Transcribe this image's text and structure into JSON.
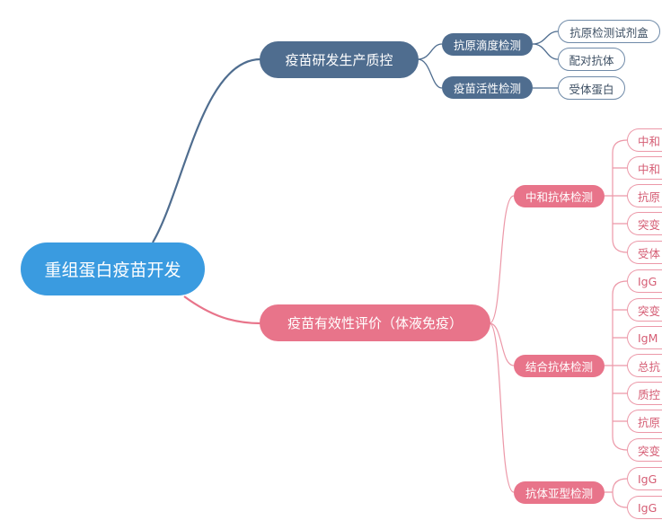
{
  "root": {
    "label": "重组蛋白疫苗开发"
  },
  "branch_production": {
    "label": "疫苗研发生产质控",
    "antigen_titer": {
      "label": "抗原滴度检测",
      "leaves": [
        "抗原检测试剂盒",
        "配对抗体"
      ]
    },
    "vaccine_activity": {
      "label": "疫苗活性检测",
      "leaves": [
        "受体蛋白"
      ]
    }
  },
  "branch_efficacy": {
    "label": "疫苗有效性评价（体液免疫）",
    "neutralizing": {
      "label": "中和抗体检测",
      "leaves": [
        "中和",
        "中和",
        "抗原",
        "突变",
        "受体"
      ]
    },
    "binding": {
      "label": "结合抗体检测",
      "leaves": [
        "IgG",
        "突变",
        "IgM",
        "总抗",
        "质控",
        "抗原",
        "突变"
      ]
    },
    "subtype": {
      "label": "抗体亚型检测",
      "leaves": [
        "IgG",
        "IgG"
      ]
    }
  },
  "colors": {
    "root": "#3a9be0",
    "production_branch": "#4f6d8f",
    "efficacy_branch": "#e8748a",
    "production_connector": "#4f6d8f",
    "efficacy_connector": "#ec98a8"
  }
}
